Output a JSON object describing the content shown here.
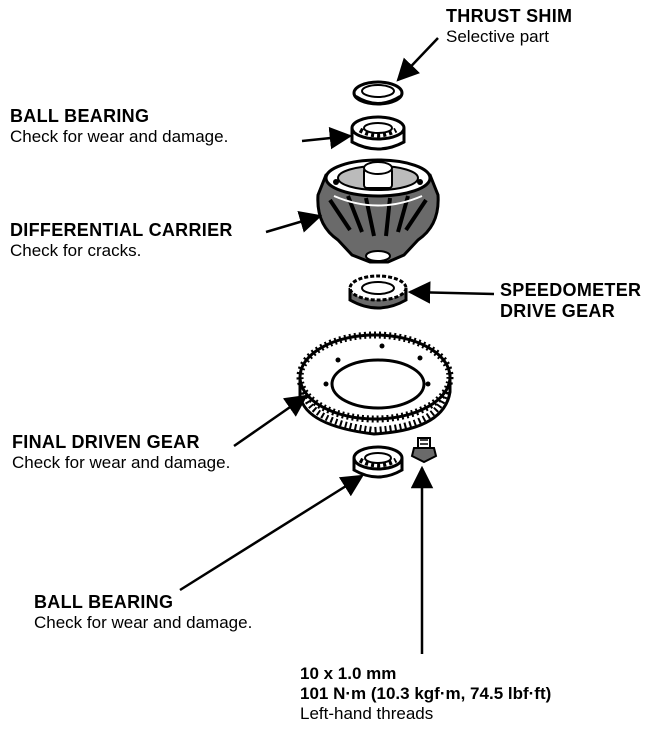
{
  "labels": {
    "thrust_shim": {
      "title": "THRUST SHIM",
      "note": "Selective part"
    },
    "ball_bearing_top": {
      "title": "BALL BEARING",
      "note": "Check for wear and damage."
    },
    "differential_carrier": {
      "title": "DIFFERENTIAL CARRIER",
      "note": "Check for cracks."
    },
    "speedometer_drive_gear": {
      "line1": "SPEEDOMETER",
      "line2": "DRIVE GEAR"
    },
    "final_driven_gear": {
      "title": "FINAL DRIVEN GEAR",
      "note": "Check for wear and damage."
    },
    "ball_bearing_bottom": {
      "title": "BALL BEARING",
      "note": "Check for wear and damage."
    },
    "bolt_spec": {
      "size": "10 x 1.0 mm",
      "torque": "101 N·m (10.3 kgf·m, 74.5 lbf·ft)",
      "note": "Left-hand threads"
    }
  },
  "colors": {
    "ink": "#000000",
    "paper": "#ffffff",
    "shade": "#6a6a6a"
  },
  "parts": [
    "thrust-shim",
    "ball-bearing-top",
    "differential-carrier",
    "speedometer-drive-gear",
    "final-driven-gear",
    "ball-bearing-bottom",
    "gear-bolt"
  ]
}
